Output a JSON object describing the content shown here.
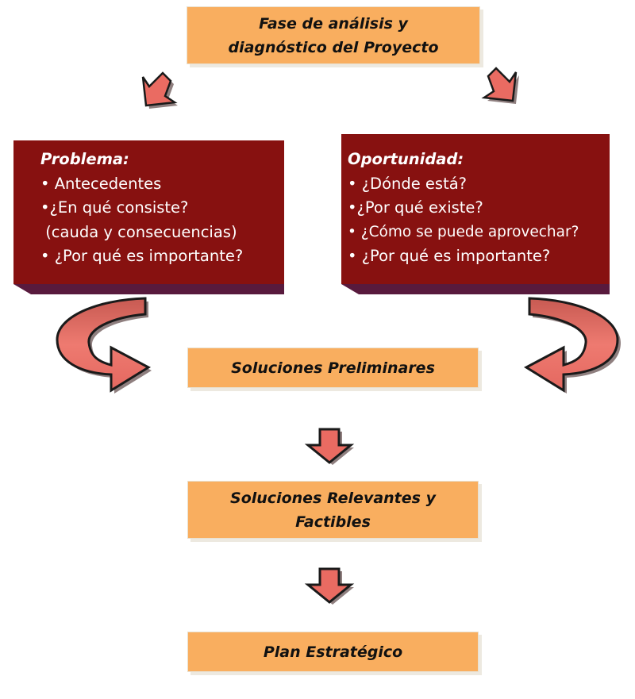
{
  "header": {
    "line1": "Fase de análisis y",
    "line2": "diagnóstico del Proyecto"
  },
  "problem": {
    "title": "Problema:",
    "items": [
      "• Antecedentes",
      "•¿En qué consiste?",
      " (cauda y consecuencias)",
      "• ¿Por qué es importante?"
    ]
  },
  "opportunity": {
    "title": "Oportunidad:",
    "items": [
      "• ¿Dónde está?",
      "•¿Por qué existe?",
      "• ¿Cómo se puede aprovechar?",
      "• ¿Por qué es importante?"
    ]
  },
  "steps": {
    "preliminary": "Soluciones Preliminares",
    "relevant_line1": "Soluciones Relevantes y",
    "relevant_line2": "Factibles",
    "plan": "Plan Estratégico"
  },
  "colors": {
    "box_orange": "#f9ae5f",
    "box_red": "#871110",
    "box_red_shadow": "#581a3d",
    "arrow_fill": "#ea6b62",
    "arrow_outline": "#1a1a1a"
  }
}
